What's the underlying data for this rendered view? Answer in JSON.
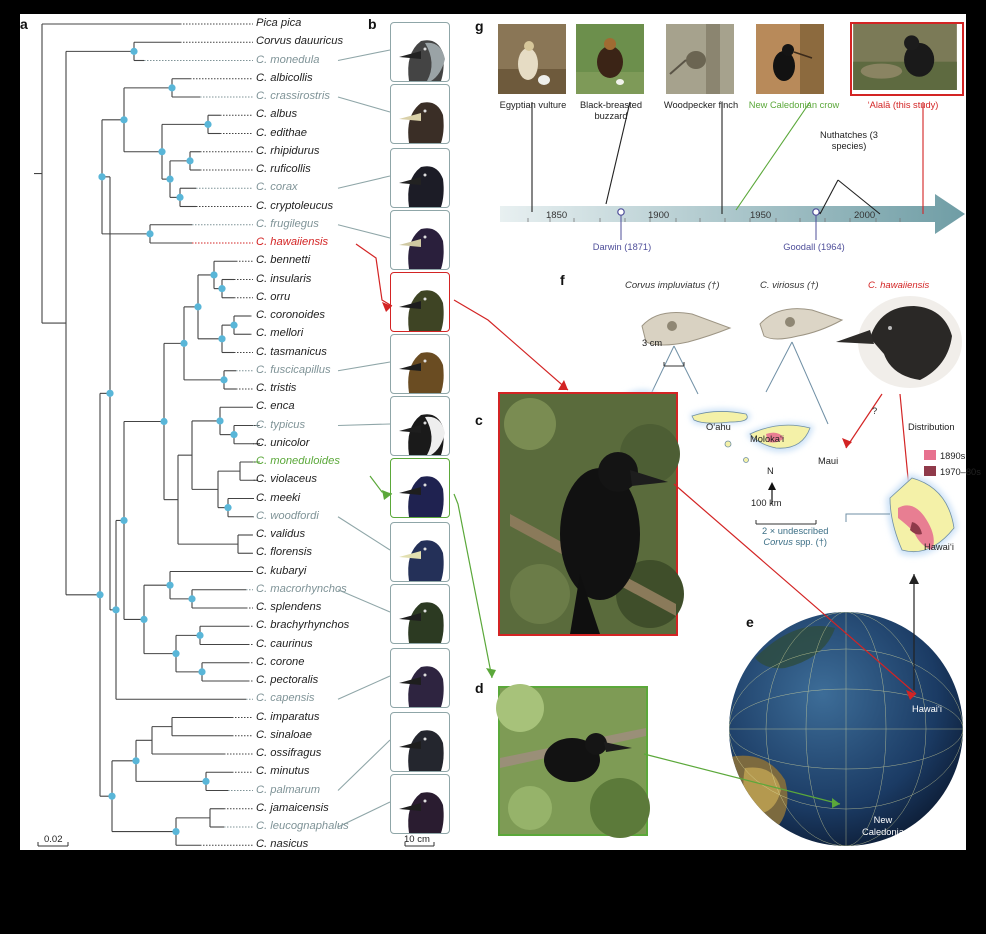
{
  "panel_labels": [
    "a",
    "b",
    "c",
    "d",
    "e",
    "f",
    "g"
  ],
  "tree": {
    "taxa": [
      {
        "name": "Pica pica",
        "c": "black"
      },
      {
        "name": "Corvus dauuricus",
        "c": "black"
      },
      {
        "name": "C. monedula",
        "c": "grey"
      },
      {
        "name": "C. albicollis",
        "c": "black"
      },
      {
        "name": "C. crassirostris",
        "c": "grey"
      },
      {
        "name": "C. albus",
        "c": "black"
      },
      {
        "name": "C. edithae",
        "c": "black"
      },
      {
        "name": "C. rhipidurus",
        "c": "black"
      },
      {
        "name": "C. ruficollis",
        "c": "black"
      },
      {
        "name": "C. corax",
        "c": "grey"
      },
      {
        "name": "C. cryptoleucus",
        "c": "black"
      },
      {
        "name": "C. frugilegus",
        "c": "grey"
      },
      {
        "name": "C. hawaiiensis",
        "c": "red"
      },
      {
        "name": "C. bennetti",
        "c": "black"
      },
      {
        "name": "C. insularis",
        "c": "black"
      },
      {
        "name": "C. orru",
        "c": "black"
      },
      {
        "name": "C. coronoides",
        "c": "black"
      },
      {
        "name": "C. mellori",
        "c": "black"
      },
      {
        "name": "C. tasmanicus",
        "c": "black"
      },
      {
        "name": "C. fuscicapillus",
        "c": "grey"
      },
      {
        "name": "C. tristis",
        "c": "black"
      },
      {
        "name": "C. enca",
        "c": "black"
      },
      {
        "name": "C. typicus",
        "c": "grey"
      },
      {
        "name": "C. unicolor",
        "c": "black"
      },
      {
        "name": "C. moneduloides",
        "c": "green"
      },
      {
        "name": "C. violaceus",
        "c": "black"
      },
      {
        "name": "C. meeki",
        "c": "black"
      },
      {
        "name": "C. woodfordi",
        "c": "grey"
      },
      {
        "name": "C. validus",
        "c": "black"
      },
      {
        "name": "C. florensis",
        "c": "black"
      },
      {
        "name": "C. kubaryi",
        "c": "black"
      },
      {
        "name": "C. macrorhynchos",
        "c": "grey"
      },
      {
        "name": "C. splendens",
        "c": "black"
      },
      {
        "name": "C. brachyrhynchos",
        "c": "black"
      },
      {
        "name": "C. caurinus",
        "c": "black"
      },
      {
        "name": "C. corone",
        "c": "black"
      },
      {
        "name": "C. pectoralis",
        "c": "black"
      },
      {
        "name": "C. capensis",
        "c": "grey"
      },
      {
        "name": "C. imparatus",
        "c": "black"
      },
      {
        "name": "C. sinaloae",
        "c": "black"
      },
      {
        "name": "C. ossifragus",
        "c": "black"
      },
      {
        "name": "C. minutus",
        "c": "black"
      },
      {
        "name": "C. palmarum",
        "c": "grey"
      },
      {
        "name": "C. jamaicensis",
        "c": "black"
      },
      {
        "name": "C. leucognaphalus",
        "c": "grey"
      },
      {
        "name": "C. nasicus",
        "c": "black"
      }
    ],
    "scale_bar": "0.02",
    "thumb_scale": "10 cm"
  },
  "timeline": {
    "ticks": [
      "1850",
      "1900",
      "1950",
      "2000"
    ],
    "species": [
      {
        "label": "Egyptian vulture",
        "c": ""
      },
      {
        "label": "Black-breasted buzzard",
        "c": ""
      },
      {
        "label": "Woodpecker finch",
        "c": ""
      },
      {
        "label": "New Caledonian crow",
        "c": "green"
      },
      {
        "label": "ʻAlalā (this study)",
        "c": "red"
      }
    ],
    "nuthatches": "Nuthatches (3 species)",
    "darwin": "Darwin (1871)",
    "goodall": "Goodall (1964)"
  },
  "map": {
    "fossil1": "Corvus impluviatus (†)",
    "fossil2": "C. viriosus (†)",
    "living": "C. hawaiiensis",
    "scale_small": "3 cm",
    "islands": {
      "oahu": "Oʻahu",
      "molokai": "Molokaʻi",
      "maui": "Maui",
      "hawaii": "Hawaiʻi"
    },
    "question": "?",
    "north": "N",
    "scale_km": "100 km",
    "distribution_title": "Distribution",
    "legend": [
      "1890s",
      "1970–80s"
    ],
    "undescribed_prefix": "2 × undescribed",
    "undescribed_genus": "Corvus",
    "undescribed_suffix": "spp. (†)"
  },
  "globe": {
    "hawaii": "Hawaiʻi",
    "new_caledonia_1": "New",
    "new_caledonia_2": "Caledonia"
  },
  "colors": {
    "red": "#d32424",
    "green": "#5ba83a",
    "grey": "#7f9397",
    "node": "#59b6d8",
    "bar": "#7fa8ae"
  }
}
